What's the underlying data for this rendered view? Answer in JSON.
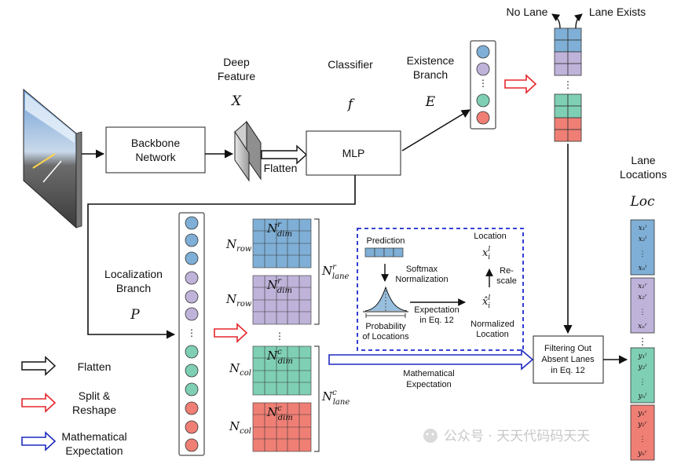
{
  "labels": {
    "no_lane": "No Lane",
    "lane_exists": "Lane Exists",
    "deep_feature_1": "Deep",
    "deep_feature_2": "Feature",
    "deep_feature_sym": "X",
    "classifier": "Classifier",
    "classifier_sym": "f",
    "existence_1": "Existence",
    "existence_2": "Branch",
    "existence_sym": "E",
    "backbone_1": "Backbone",
    "backbone_2": "Network",
    "mlp": "MLP",
    "flatten_small": "Flatten",
    "lane_locations_1": "Lane",
    "lane_locations_2": "Locations",
    "loc_sym": "Loc",
    "localization_1": "Localization",
    "localization_2": "Branch",
    "localization_sym": "P",
    "n_row_1": "N",
    "n_row_sub": "row",
    "n_col_sub": "col",
    "n_dim_r": "N",
    "n_lane_r": "N",
    "prediction": "Prediction",
    "softmax_1": "Softmax",
    "softmax_2": "Normalization",
    "prob_1": "Probability",
    "prob_2": "of Locations",
    "expectation_1": "Expectation",
    "expectation_2": "in Eq. 12",
    "location": "Location",
    "rescale_1": "Re-",
    "rescale_2": "scale",
    "normalized_1": "Normalized",
    "normalized_2": "Location",
    "math_exp_1": "Mathematical",
    "math_exp_2": "Expectation",
    "filter_1": "Filtering Out",
    "filter_2": "Absent Lanes",
    "filter_3": "in Eq. 12",
    "legend_flatten": "Flatten",
    "legend_split_1": "Split &",
    "legend_split_2": "Reshape",
    "legend_math_1": "Mathematical",
    "legend_math_2": "Expectation",
    "watermark": "公众号 · 天天代码码天天"
  },
  "colors": {
    "blue": "#7fafd6",
    "purple": "#bfb3da",
    "green": "#7fcfb4",
    "red": "#ef7f75",
    "arrow_red": "#e5262b",
    "arrow_blue": "#1f2bbf",
    "dashed_box": "#1c2ad0"
  }
}
